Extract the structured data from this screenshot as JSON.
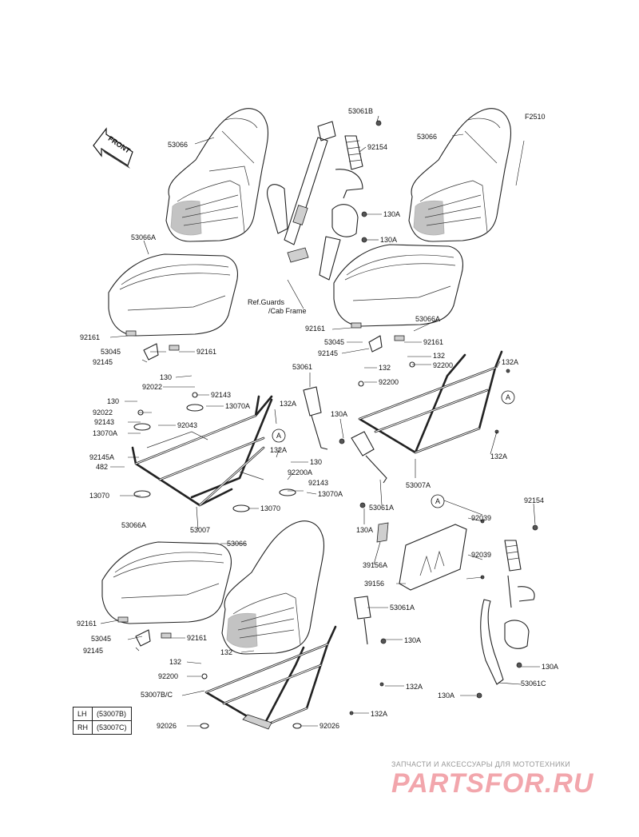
{
  "figure_code": "F2510",
  "front_label": "FRONT",
  "ref_note_line1": "Ref.Guards",
  "ref_note_line2": "/Cab Frame",
  "callouts": {
    "a_marker": "A",
    "c53066": "53066",
    "c53066A": "53066A",
    "c53061B": "53061B",
    "c92154": "92154",
    "c130A": "130A",
    "c92161": "92161",
    "c53045": "53045",
    "c92145": "92145",
    "c130": "130",
    "c92022": "92022",
    "c92143": "92143",
    "c13070A": "13070A",
    "c132A": "132A",
    "c92043": "92043",
    "c92145A": "92145A",
    "c482": "482",
    "c13070": "13070",
    "c53007": "53007",
    "c53061": "53061",
    "c92200A": "92200A",
    "c132": "132",
    "c92200": "92200",
    "c53007A": "53007A",
    "c53061A": "53061A",
    "c92039": "92039",
    "c39156A": "39156A",
    "c39156": "39156",
    "c53061C": "53061C",
    "c53007BC": "53007B/C",
    "c92026": "92026"
  },
  "legend": {
    "rows": [
      {
        "side": "LH",
        "part": "(53007B)"
      },
      {
        "side": "RH",
        "part": "(53007C)"
      }
    ]
  },
  "watermark": {
    "caption": "ЗАПЧАСТИ И АКСЕССУАРЫ ДЛЯ МОТОТЕХНИКИ",
    "logo": "PARTSFOR.RU"
  }
}
